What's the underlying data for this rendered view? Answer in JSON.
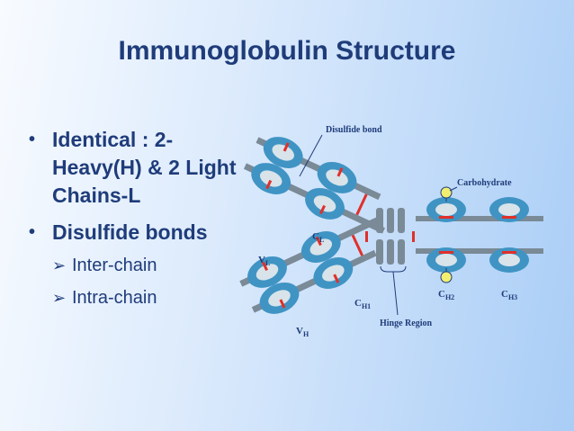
{
  "title": "Immunoglobulin Structure",
  "bullets": [
    {
      "text": "Identical  : 2-Heavy(H) & 2 Light Chains-L"
    },
    {
      "text": "Disulfide bonds"
    }
  ],
  "sub_bullets": [
    {
      "text": "Inter-chain"
    },
    {
      "text": "Intra-chain"
    }
  ],
  "diagram": {
    "labels": {
      "disulfide_bond": "Disulfide bond",
      "carbohydrate": "Carbohydrate",
      "hinge_region": "Hinge Region",
      "vl_main": "V",
      "vl_sub": "L",
      "vh_main": "V",
      "vh_sub": "H",
      "cl_main": "C",
      "cl_sub": "L",
      "ch1_main": "C",
      "ch1_sub": "H1",
      "ch2_main": "C",
      "ch2_sub": "H2",
      "ch3_main": "C",
      "ch3_sub": "H3"
    },
    "colors": {
      "title": "#1f3c7a",
      "domain": "#3f94c4",
      "domain_light": "#d8e3ea",
      "chain": "#7a8a96",
      "disulfide": "#e0302a",
      "carbohydrate": "#f2ef70"
    }
  }
}
